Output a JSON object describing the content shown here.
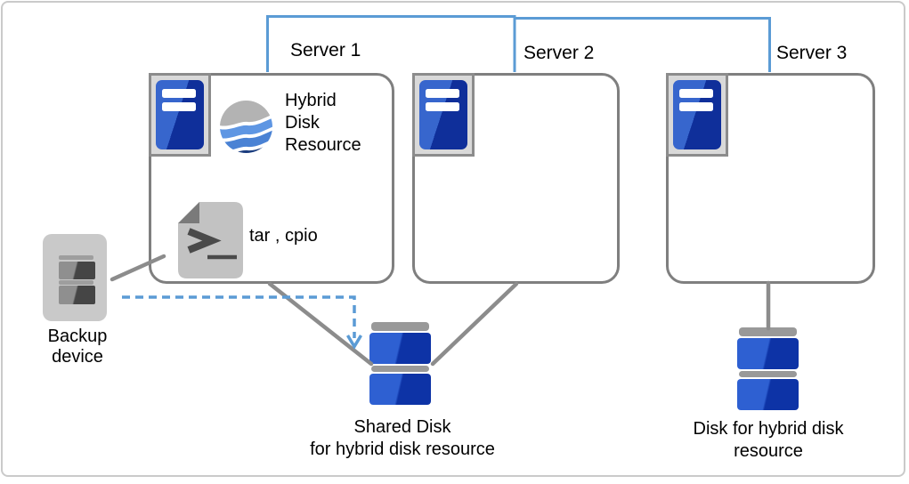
{
  "servers": [
    {
      "label": "Server 1"
    },
    {
      "label": "Server 2"
    },
    {
      "label": "Server 3"
    }
  ],
  "server1_contents": {
    "hybrid_disk_resource_label": "Hybrid Disk Resource",
    "backup_commands_label": "tar , cpio"
  },
  "backup_device": {
    "label": "Backup device"
  },
  "shared_disk": {
    "label_line1": "Shared Disk",
    "label_line2": "for hybrid disk resource"
  },
  "hybrid_disk": {
    "label_line1": "Disk for hybrid disk",
    "label_line2": "resource"
  },
  "icons": {
    "server": "server-tower-icon",
    "hybrid_disk_resource": "wave-sphere-icon",
    "backup_script": "terminal-file-icon",
    "backup_device": "tape-drive-icon",
    "disk": "disk-stack-icon",
    "backup_flow": "dashed-arrow-down-icon"
  },
  "colors": {
    "accent_blue": "#5b9bd5",
    "line_gray": "#8c8c8c",
    "border_gray": "#7f7f7f",
    "icon_frame": "#d9d9d9",
    "server_blue_light": "#3766cd",
    "server_blue_dark": "#0f2f9a",
    "disk_blue_light": "#2e60d2",
    "disk_blue_dark": "#0d33a6",
    "cap_gray": "#999999",
    "device_gray": "#c9c9c9",
    "doc_gray": "#c2c2c2",
    "doc_fold": "#7a7a7a",
    "glyph_dark": "#4a4a4a",
    "hybrid_gray": "#b3b3b3",
    "hybrid_blue1": "#5e96e3",
    "hybrid_blue2": "#4a82d4",
    "hybrid_navy": "#1a3c7e"
  }
}
